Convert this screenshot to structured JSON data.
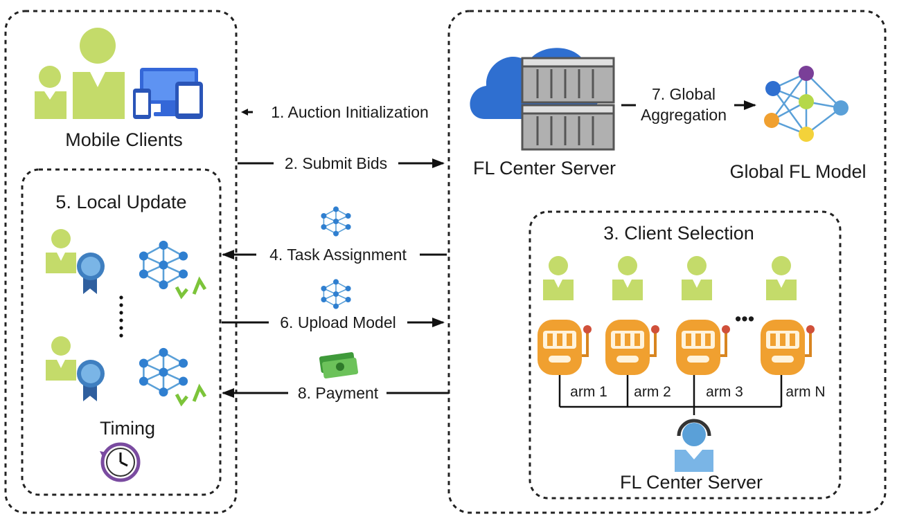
{
  "labels": {
    "mobile_clients": "Mobile Clients",
    "local_update": "5. Local Update",
    "timing": "Timing",
    "fl_center_server": "FL Center Server",
    "global_fl_model": "Global FL Model",
    "client_selection": "3. Client Selection",
    "fl_center_server_bottom": "FL Center Server"
  },
  "steps": {
    "auction_init": "1. Auction  Initialization",
    "submit_bids": "2. Submit Bids",
    "task_assignment": "4. Task Assignment",
    "upload_model": "6. Upload Model",
    "payment": "8. Payment",
    "global_agg_1": "7. Global",
    "global_agg_2": "Aggregation"
  },
  "arms": [
    "arm 1",
    "arm 2",
    "arm 3",
    "arm N"
  ],
  "ellipsis": "•••",
  "colors": {
    "person_green": "#c4db6a",
    "device_blue": "#4f86ee",
    "cloud_blue": "#2f6fd0",
    "slot_orange": "#f0a030",
    "medal_blue": "#5aa0d8",
    "clock_purple": "#7a4ba0"
  }
}
